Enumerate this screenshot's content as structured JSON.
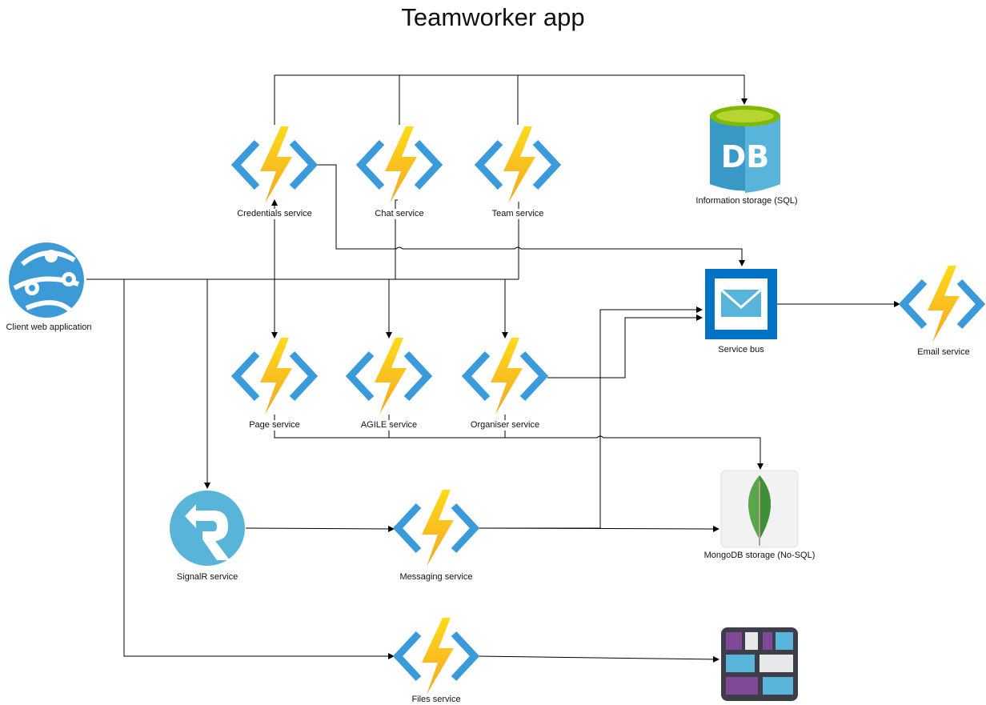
{
  "title": "Teamworker app",
  "nodes": {
    "client": "Client web application",
    "credentials": "Credentials service",
    "chat": "Chat service",
    "team": "Team service",
    "db": "Information storage (SQL)",
    "bus": "Service bus",
    "email": "Email service",
    "page": "Page service",
    "agile": "AGILE service",
    "organiser": "Organiser service",
    "signalr": "SignalR service",
    "messaging": "Messaging service",
    "mongo": "MongoDB storage (No-SQL)",
    "files": "Files service"
  },
  "colors": {
    "bolt_top": "#fedb1b",
    "bolt_bottom": "#f5a623",
    "brackets": "#3b9ad9",
    "db": "#3999c6",
    "db_top": "#7fba00",
    "bus": "#0072c6",
    "globe": "#3c9ad6",
    "signalr": "#59b4d9",
    "mongo_leaf": "#5aa64a",
    "line": "#000000"
  }
}
